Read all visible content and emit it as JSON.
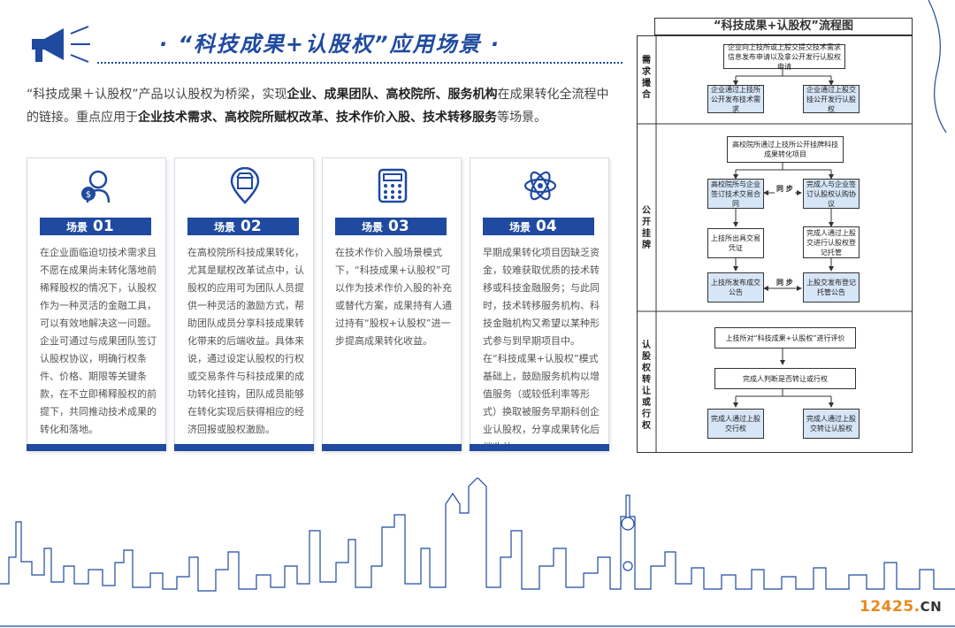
{
  "header": {
    "title": "·  “科技成果+认股权”应用场景  ·",
    "icon": "megaphone-icon"
  },
  "intro": {
    "p1": "“科技成果＋认股权”产品以认股权为桥梁，实现",
    "b1": "企业、成果团队、高校院所、服务机构",
    "p2": "在成果转化全流程中的链接。重点应用于",
    "b2": "企业技术需求、高校院所赋权改革、技术作价入股、技术转移服务",
    "p3": "等场景。"
  },
  "cards": [
    {
      "icon": "consultant-money-icon",
      "label": "场景",
      "num": "01",
      "text": "在企业面临迫切技术需求且不愿在成果尚未转化落地前稀释股权的情况下，认股权作为一种灵活的金融工具，可以有效地解决这一问题。企业可通过与成果团队签订认股权协议，明确行权条件、价格、期限等关键条款，在不立即稀释股权的前提下，共同推动技术成果的转化和落地。"
    },
    {
      "icon": "location-shop-icon",
      "label": "场景",
      "num": "02",
      "text": "在高校院所科技成果转化，尤其是赋权改革试点中，认股权的应用可为团队人员提供一种灵活的激励方式，帮助团队成员分享科技成果转化带来的后端收益。具体来说，通过设定认股权的行权或交易条件与科技成果的成功转化挂钩，团队成员能够在转化实现后获得相应的经济回报或股权激励。"
    },
    {
      "icon": "calculator-icon",
      "label": "场景",
      "num": "03",
      "text": "在技术作价入股场景模式下，“科技成果+认股权”可以作为技术作价入股的补充或替代方案，成果持有人通过持有“股权+认股权”进一步提高成果转化收益。"
    },
    {
      "icon": "atom-icon",
      "label": "场景",
      "num": "04",
      "text": "早期成果转化项目因缺乏资金，较难获取优质的技术转移或科技金融服务；与此同时，技术转移服务机构、科技金融机构又希望以某种形式参与到早期项目中。在“科技成果+认股权”模式基础上，鼓励服务机构以增值服务（或较低利率等形式）换取被服务早期科创企业认股权，分享成果转化后端收益。"
    }
  ],
  "flow": {
    "title": "“科技成果+认股权”流程图",
    "stages": [
      "需求撮合",
      "公开挂牌",
      "认股权转让或行权"
    ],
    "boxes": {
      "s1_top": "企业向上技所或上股交提交技术需求信息发布申请以及拿公开发行认股权申请",
      "s1_left": "企业通过上技所公开发布技术需求",
      "s1_right": "企业通过上股交挂公开发行认股权",
      "s2_top": "高校院所通过上技所公开挂牌科技成果转化项目",
      "s2_l1": "高校院所与企业签订技术交易合同",
      "s2_r1": "完成人与企业签订认股权认购协议",
      "s2_l2": "上技所出具交易凭证",
      "s2_r2": "完成人通过上股交进行认股权登记托管",
      "s2_l3": "上技所发布成交公告",
      "s2_r3": "上股交发布登记托管公告",
      "sync1": "同 步",
      "sync2": "同 步",
      "s3_1": "上技所对“科技成果+认股权”进行评价",
      "s3_2": "完成人判断是否转让或行权",
      "s3_left": "完成人通过上股交行权",
      "s3_right": "完成人通过上股交转让认股权"
    }
  },
  "footer": {
    "watermark_num": "12425.",
    "watermark_cn": "CN"
  },
  "colors": {
    "brand": "#1f4aa0",
    "box_fill": "#d6e6f7",
    "watermark": "#e78a1e"
  }
}
